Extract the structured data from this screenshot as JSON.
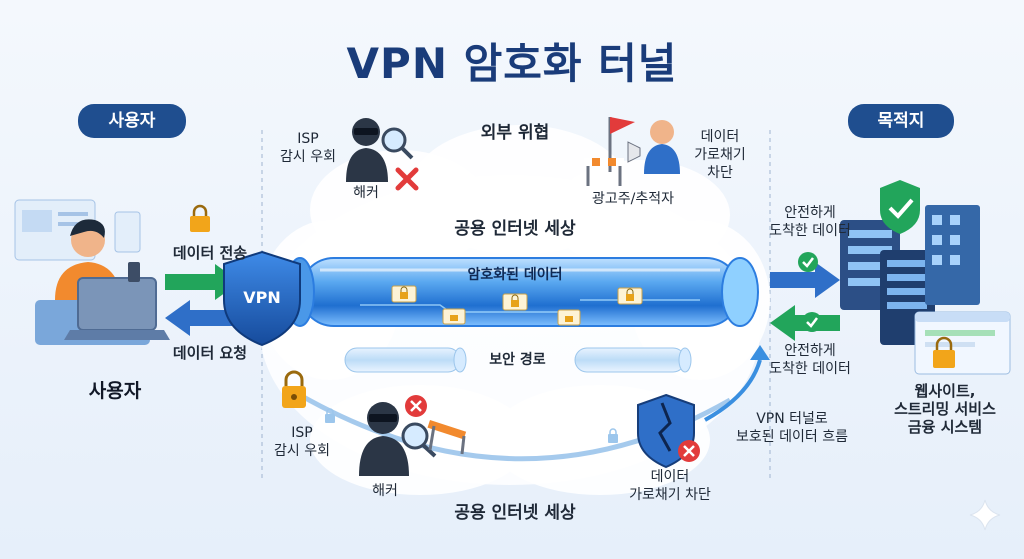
{
  "title": "VPN 암호화 터널",
  "pills": {
    "user": "사용자",
    "destination": "목적지"
  },
  "user": {
    "send_label": "데이터 전송",
    "request_label": "데이터 요청",
    "caption": "사용자"
  },
  "vpn_shield": "VPN",
  "threats_title": "외부 위협",
  "threat_top_isp": [
    "ISP",
    "감시 우회"
  ],
  "hacker_top": "해커",
  "advertiser": "광고주/추적자",
  "block_top": [
    "데이터",
    "가로채기",
    "차단"
  ],
  "cloud_top": "공용 인터넷 세상",
  "tunnel_label": "암호화된 데이터",
  "secure_path": "보안 경로",
  "arrive_top": [
    "안전하게",
    "도착한 데이터"
  ],
  "arrive_bottom": [
    "안전하게",
    "도착한 데이터"
  ],
  "destination_caption": [
    "웹사이트,",
    "스트리밍 서비스",
    "금융 시스템"
  ],
  "vpn_flow": [
    "VPN 터널로",
    "보호된 데이터 흐름"
  ],
  "threat_bottom_isp": [
    "ISP",
    "감시 우회"
  ],
  "hacker_bottom": "해커",
  "block_bottom": [
    "데이터",
    "가로채기 차단"
  ],
  "cloud_bottom": "공용 인터넷 세상",
  "colors": {
    "navy": "#1f4e8f",
    "tunnel": "#3a8fe0",
    "green": "#22a55b",
    "red": "#e23b3b",
    "gold": "#f2a51a"
  }
}
